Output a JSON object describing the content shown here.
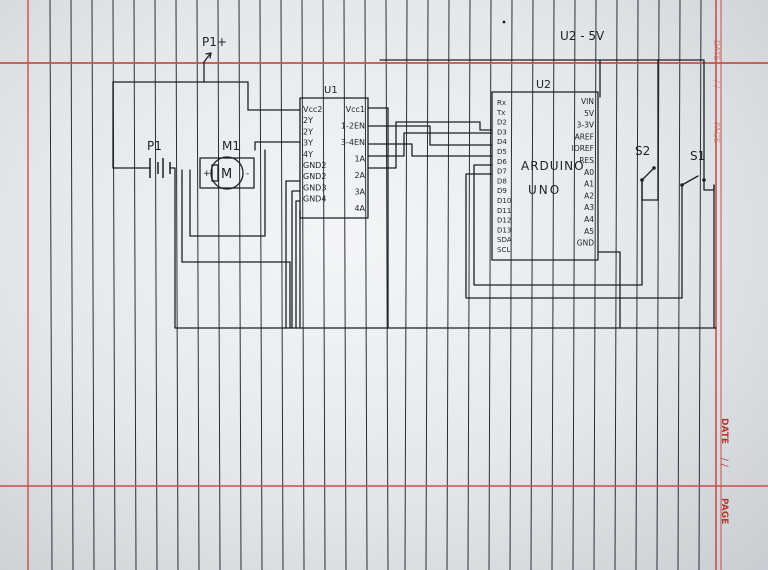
{
  "notebook": {
    "margin_date_label": "DATE",
    "margin_date_value": "/ /",
    "margin_page_label": "PAGE",
    "top_date_label": "DATE",
    "top_date_value": "/ /",
    "top_page_label": "PAGE"
  },
  "circuit": {
    "supply_p1_label": "P1+",
    "battery_label": "P1",
    "motor_label": "M1",
    "motor_symbol": "M",
    "motor_plus": "+",
    "motor_minus": "-",
    "driver": {
      "label": "U1",
      "left_pins": [
        "Vcc2",
        "2Y",
        "2Y",
        "3Y",
        "4Y",
        "GND2",
        "GND2",
        "GND3",
        "GND4"
      ],
      "right_pins": [
        "Vcc1",
        "1-2EN",
        "3-4EN",
        "1A",
        "2A",
        "3A",
        "4A"
      ]
    },
    "arduino": {
      "label": "U2",
      "name_line1": "ARDUINO",
      "name_line2": "UNO",
      "left_pins": [
        "Rx",
        "Tx",
        "D2",
        "D3",
        "D4",
        "D5",
        "D6",
        "D7",
        "D8",
        "D9",
        "D10",
        "D11",
        "D12",
        "D13",
        "SDA",
        "SCL"
      ],
      "right_pins": [
        "VIN",
        "5V",
        "3-3V",
        "AREF",
        "IOREF",
        "RES",
        "A0",
        "A1",
        "A2",
        "A3",
        "A4",
        "A5",
        "GND"
      ]
    },
    "supply_u2_label": "U2 - 5V",
    "switch_s2_label": "S2",
    "switch_s1_label": "S1"
  }
}
